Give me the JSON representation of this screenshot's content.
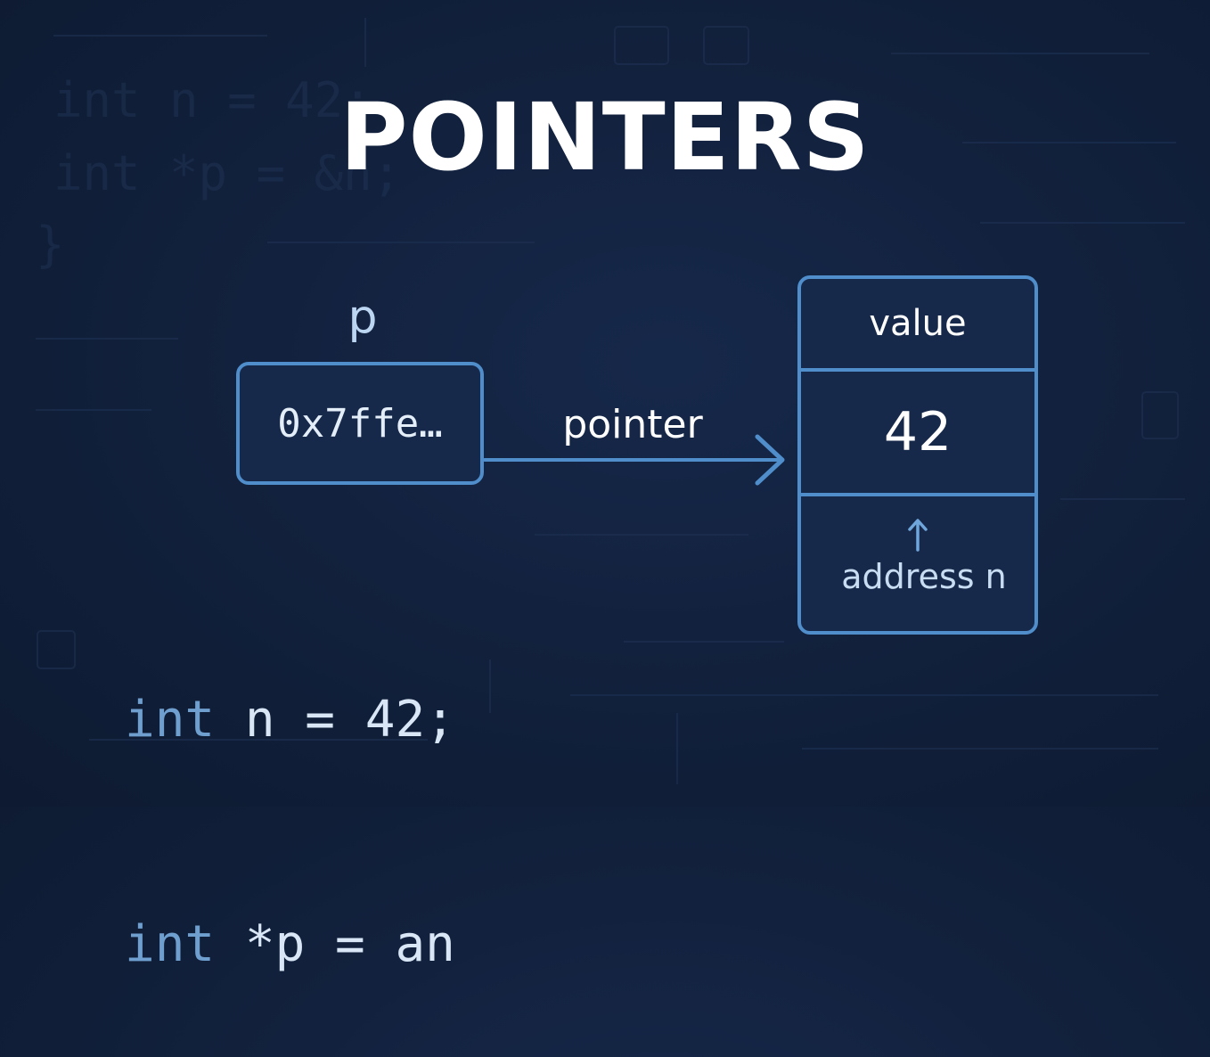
{
  "title": "POINTERS",
  "background_code": [
    "int n = 42;",
    "int *p = &n;",
    "}"
  ],
  "pointer_variable": {
    "name": "p",
    "value": "0x7ffe…"
  },
  "arrow_label": "pointer",
  "memory_cell": {
    "header": "value",
    "value": "42",
    "address_label": "address n"
  },
  "code": [
    {
      "keyword": "int",
      "rest": " n = 42;"
    },
    {
      "keyword": "int",
      "rest": " *p = an"
    }
  ],
  "colors": {
    "background": "#12213d",
    "accent": "#4f8dcb",
    "box_fill": "#17294a",
    "text": "#ffffff",
    "keyword": "#6f9fcf"
  }
}
